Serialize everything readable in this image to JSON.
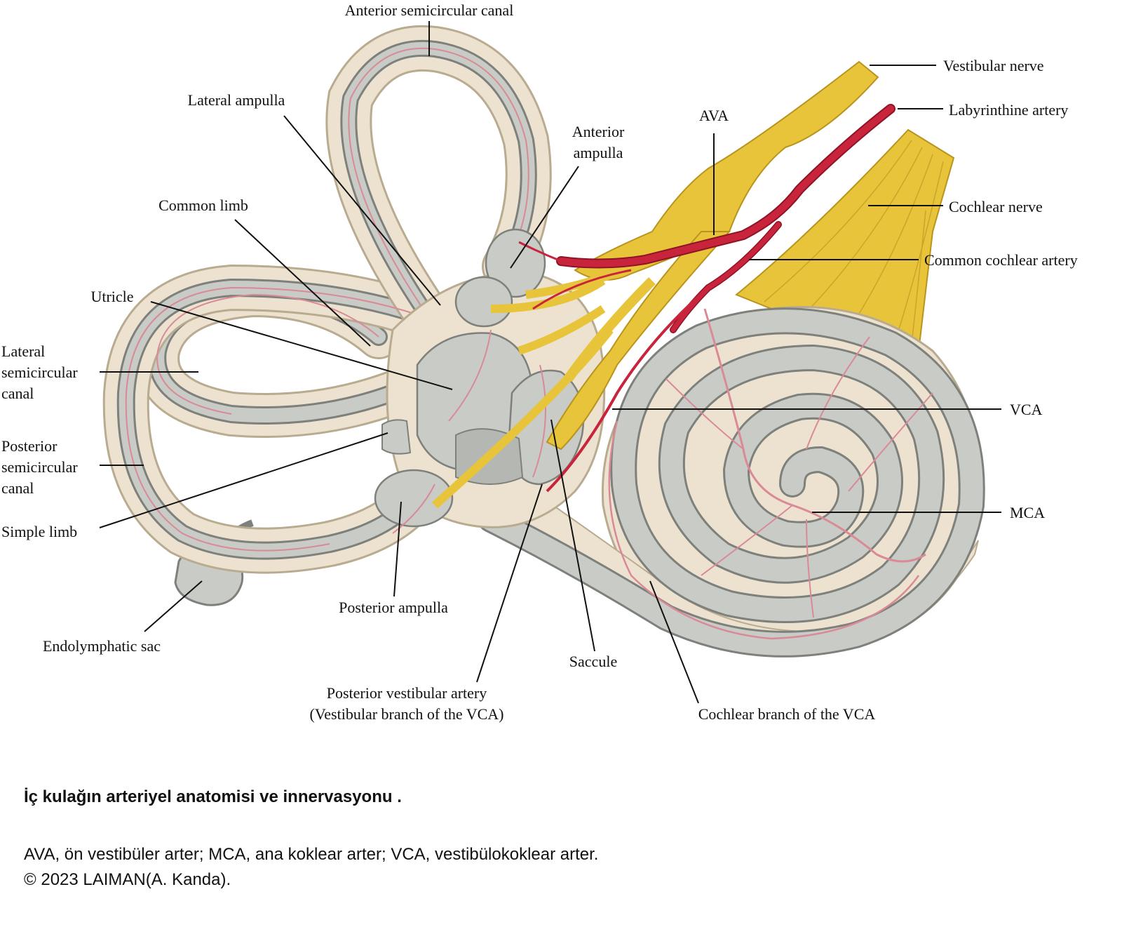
{
  "labels": {
    "anterior_semicircular_canal": "Anterior semicircular canal",
    "lateral_ampulla": "Lateral ampulla",
    "anterior_ampulla_line1": "Anterior",
    "anterior_ampulla_line2": "ampulla",
    "ava": "AVA",
    "vestibular_nerve": "Vestibular nerve",
    "labyrinthine_artery": "Labyrinthine artery",
    "cochlear_nerve": "Cochlear nerve",
    "common_cochlear_artery": "Common cochlear artery",
    "common_limb": "Common limb",
    "utricle": "Utricle",
    "lateral_semicircular_canal_line1": "Lateral",
    "lateral_semicircular_canal_line2": "semicircular",
    "lateral_semicircular_canal_line3": "canal",
    "posterior_semicircular_canal_line1": "Posterior",
    "posterior_semicircular_canal_line2": "semicircular",
    "posterior_semicircular_canal_line3": "canal",
    "simple_limb": "Simple limb",
    "vca": "VCA",
    "mca": "MCA",
    "posterior_ampulla": "Posterior ampulla",
    "endolymphatic_sac": "Endolymphatic sac",
    "saccule": "Saccule",
    "posterior_vestibular_artery_line1": "Posterior vestibular artery",
    "posterior_vestibular_artery_line2": "(Vestibular branch of the VCA)",
    "cochlear_branch_vca": "Cochlear branch of the VCA"
  },
  "caption": {
    "title": "İç kulağın arteriyel anatomisi ve innervasyonu .",
    "abbreviations": "AVA, ön vestibüler arter; MCA, ana koklear arter; VCA, vestibülokoklear arter.",
    "copyright": "© 2023 LAIMAN(A. Kanda)."
  },
  "colors": {
    "bone": "#ece2cf",
    "bone_edge": "#b9ab90",
    "membrane": "#c9cbc6",
    "membrane_edge": "#7e807c",
    "nerve": "#e8c43a",
    "nerve_edge": "#b8941e",
    "artery": "#c8243c",
    "vessel": "#d98a96"
  }
}
